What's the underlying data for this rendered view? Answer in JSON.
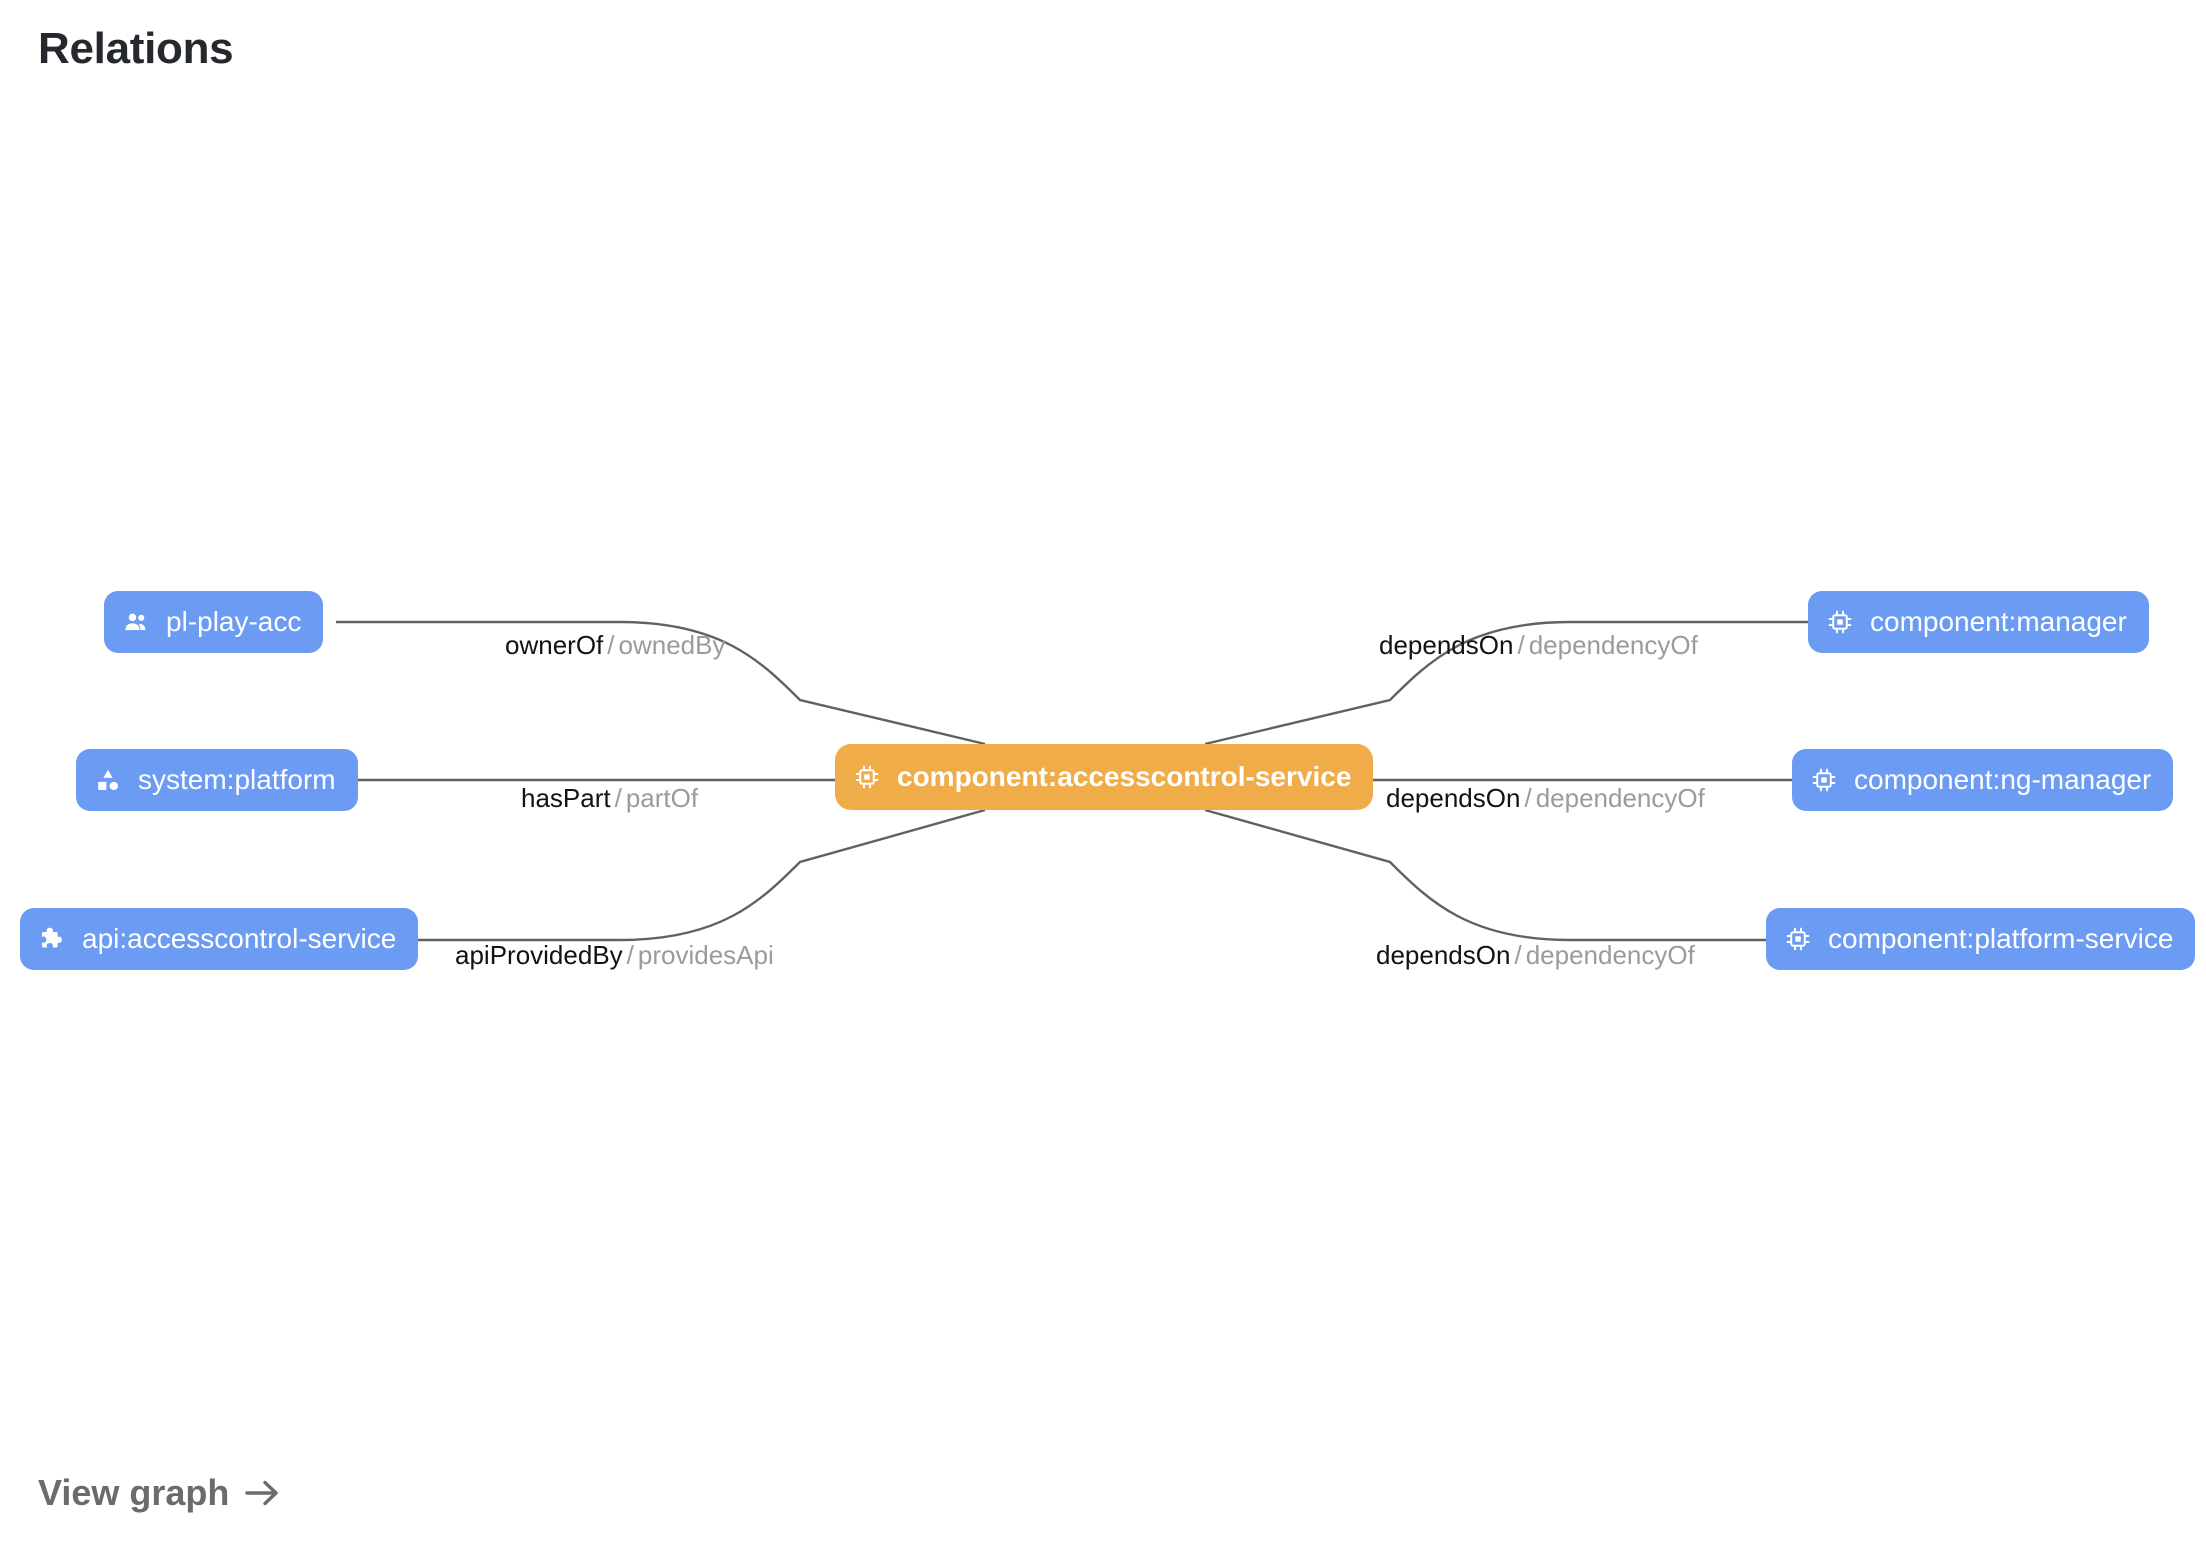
{
  "header": {
    "title": "Relations"
  },
  "footer": {
    "view_graph_label": "View graph",
    "arrow_icon": "arrow-right-icon"
  },
  "colors": {
    "node_blue": "#6b9bf3",
    "node_orange": "#efac48",
    "edge_stroke": "#616161",
    "title_text": "#25282d",
    "relation_forward": "#121212",
    "relation_reverse": "#9b9b9b",
    "footer_text": "#6b6b6b",
    "node_text": "#ffffff"
  },
  "graph": {
    "center_node": {
      "id": "component:accesscontrol-service",
      "label": "component:accesscontrol-service",
      "icon": "chip-icon",
      "kind": "component",
      "highlighted": true
    },
    "nodes": [
      {
        "id": "pl-play-acc",
        "label": "pl-play-acc",
        "icon": "group-icon",
        "kind": "group",
        "side": "left",
        "row": 0
      },
      {
        "id": "system:platform",
        "label": "system:platform",
        "icon": "shapes-icon",
        "kind": "system",
        "side": "left",
        "row": 1
      },
      {
        "id": "api:accesscontrol-service",
        "label": "api:accesscontrol-service",
        "icon": "puzzle-icon",
        "kind": "api",
        "side": "left",
        "row": 2
      },
      {
        "id": "component:manager",
        "label": "component:manager",
        "icon": "chip-icon",
        "kind": "component",
        "side": "right",
        "row": 0
      },
      {
        "id": "component:ng-manager",
        "label": "component:ng-manager",
        "icon": "chip-icon",
        "kind": "component",
        "side": "right",
        "row": 1
      },
      {
        "id": "component:platform-service",
        "label": "component:platform-service",
        "icon": "chip-icon",
        "kind": "component",
        "side": "right",
        "row": 2
      }
    ],
    "edges": [
      {
        "from": "pl-play-acc",
        "to": "component:accesscontrol-service",
        "forward": "ownerOf",
        "separator": "/",
        "reverse": "ownedBy"
      },
      {
        "from": "system:platform",
        "to": "component:accesscontrol-service",
        "forward": "hasPart",
        "separator": "/",
        "reverse": "partOf"
      },
      {
        "from": "api:accesscontrol-service",
        "to": "component:accesscontrol-service",
        "forward": "apiProvidedBy",
        "separator": "/",
        "reverse": "providesApi"
      },
      {
        "from": "component:accesscontrol-service",
        "to": "component:manager",
        "forward": "dependsOn",
        "separator": "/",
        "reverse": "dependencyOf"
      },
      {
        "from": "component:accesscontrol-service",
        "to": "component:ng-manager",
        "forward": "dependsOn",
        "separator": "/",
        "reverse": "dependencyOf"
      },
      {
        "from": "component:accesscontrol-service",
        "to": "component:platform-service",
        "forward": "dependsOn",
        "separator": "/",
        "reverse": "dependencyOf"
      }
    ]
  }
}
